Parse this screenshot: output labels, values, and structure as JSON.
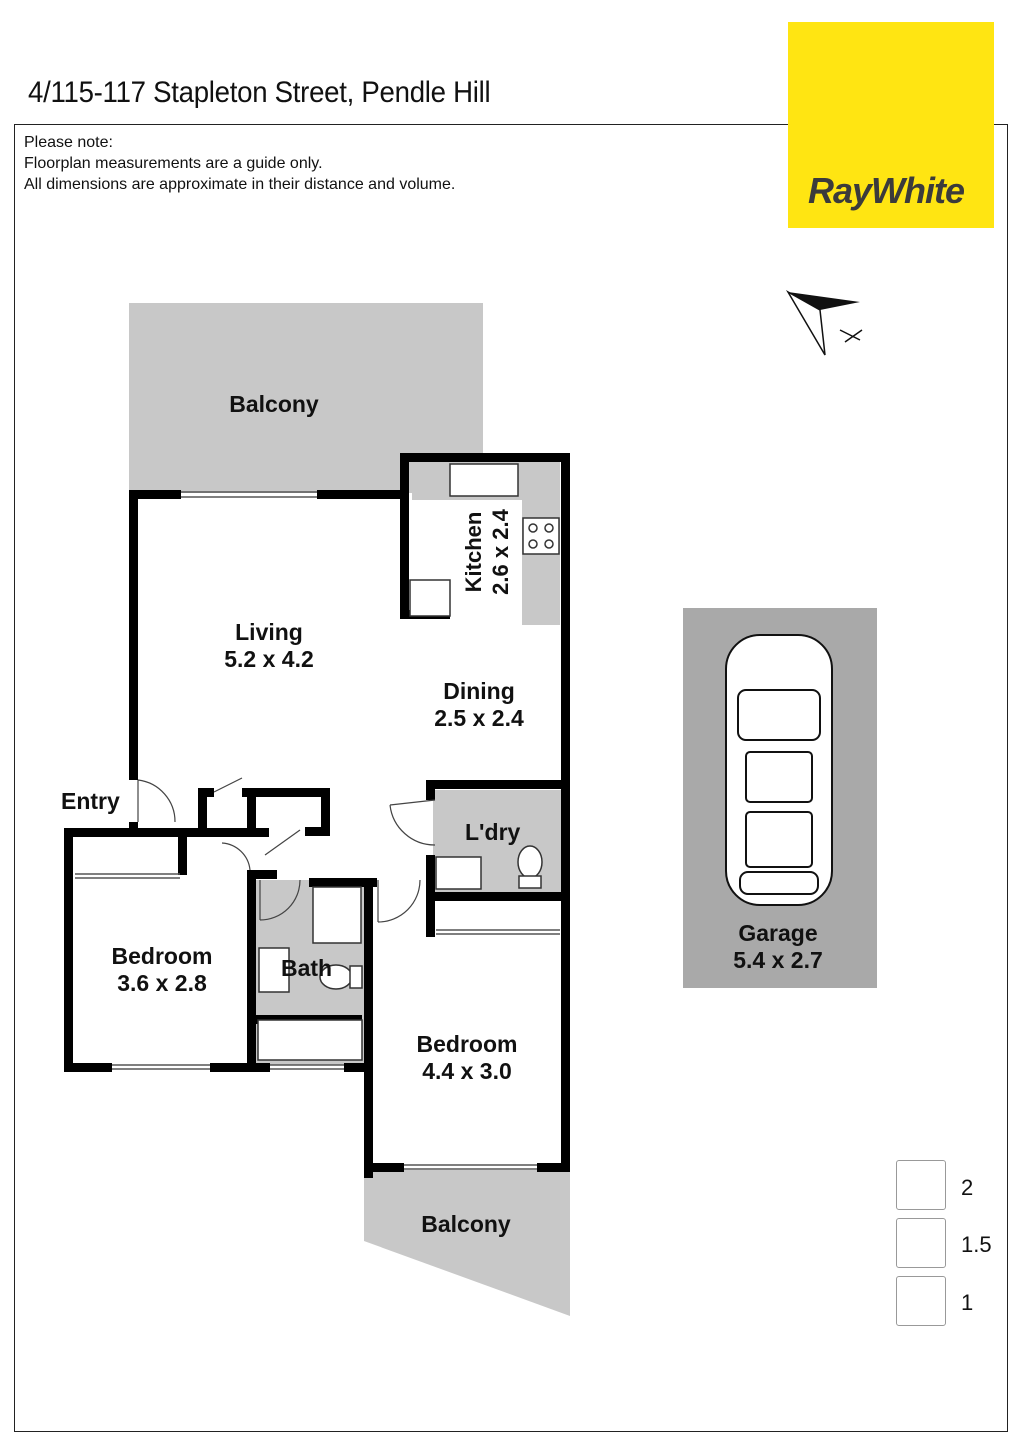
{
  "title": "4/115-117 Stapleton Street, Pendle Hill",
  "note": {
    "line1": "Please note:",
    "line2": "Floorplan measurements are a guide only.",
    "line3": "All dimensions are approximate in their distance and volume."
  },
  "logo": {
    "text": "RayWhite",
    "color": "#ffe512"
  },
  "rooms": {
    "balcony_top": {
      "name": "Balcony"
    },
    "living": {
      "name": "Living",
      "dims": "5.2 x 4.2"
    },
    "kitchen": {
      "name": "Kitchen",
      "dims": "2.6 x 2.4"
    },
    "dining": {
      "name": "Dining",
      "dims": "2.5 x 2.4"
    },
    "entry": {
      "name": "Entry"
    },
    "laundry": {
      "name": "L'dry"
    },
    "bedroom1": {
      "name": "Bedroom",
      "dims": "3.6 x 2.8"
    },
    "bath": {
      "name": "Bath"
    },
    "bedroom2": {
      "name": "Bedroom",
      "dims": "4.4 x 3.0"
    },
    "balcony_bottom": {
      "name": "Balcony"
    },
    "garage": {
      "name": "Garage",
      "dims": "5.4 x 2.7"
    }
  },
  "stats": {
    "bedrooms": "2",
    "bathrooms": "1.5",
    "parking": "1"
  },
  "colors": {
    "wall": "#000000",
    "shaded": "#c8c8c8",
    "garage": "#a9a9a9"
  }
}
